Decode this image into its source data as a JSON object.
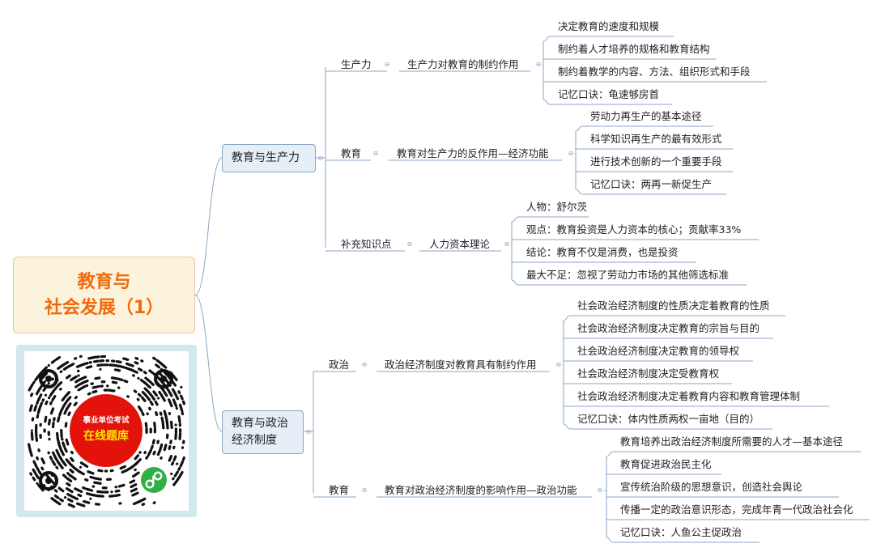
{
  "root": {
    "line1": "教育与",
    "line2": "社会发展（1）"
  },
  "branch1": {
    "title": "教育与生产力",
    "subs": [
      {
        "label": "生产力",
        "topic": "生产力对教育的制约作用",
        "items": [
          "决定教育的速度和规模",
          "制约着人才培养的规格和教育结构",
          "制约着教学的内容、方法、组织形式和手段",
          "记忆口诀：龟速够房首"
        ]
      },
      {
        "label": "教育",
        "topic": "教育对生产力的反作用—经济功能",
        "items": [
          "劳动力再生产的基本途径",
          "科学知识再生产的最有效形式",
          "进行技术创新的一个重要手段",
          "记忆口诀：两再一新促生产"
        ]
      },
      {
        "label": "补充知识点",
        "topic": "人力资本理论",
        "items": [
          "人物：舒尔茨",
          "观点：教育投资是人力资本的核心；贡献率33%",
          "结论：教育不仅是消费，也是投资",
          "最大不足：忽视了劳动力市场的其他筛选标准"
        ]
      }
    ]
  },
  "branch2": {
    "title_line1": "教育与政治",
    "title_line2": "经济制度",
    "subs": [
      {
        "label": "政治",
        "topic": "政治经济制度对教育具有制约作用",
        "items": [
          "社会政治经济制度的性质决定着教育的性质",
          "社会政治经济制度决定教育的宗旨与目的",
          "社会政治经济制度决定教育的领导权",
          "社会政治经济制度决定受教育权",
          "社会政治经济制度决定着教育内容和教育管理体制",
          "记忆口诀：体内性质两权一亩地（目的）"
        ]
      },
      {
        "label": "教育",
        "topic": "教育对政治经济制度的影响作用—政治功能",
        "items": [
          "教育培养出政治经济制度所需要的人才—基本途径",
          "教育促进政治民主化",
          "宣传统治阶级的思想意识，创造社会舆论",
          "传播一定的政治意识形态，完成年青一代政治社会化",
          "记忆口诀：人鱼公主促政治"
        ]
      }
    ]
  },
  "qr": {
    "badge_top": "事业单位考试",
    "badge_main": "在线题库"
  },
  "colors": {
    "line": "#8aa6c3",
    "root_text": "#f26a0b",
    "root_bg": "#fcf3dc",
    "main_bg": "#e6eef7",
    "badge_red": "#e3120b",
    "badge_text_main": "#ffe600",
    "mini_green": "#2fb045"
  },
  "icons": {
    "collapse": "minus-circle-icon",
    "mini_program": "mini-program-icon"
  }
}
